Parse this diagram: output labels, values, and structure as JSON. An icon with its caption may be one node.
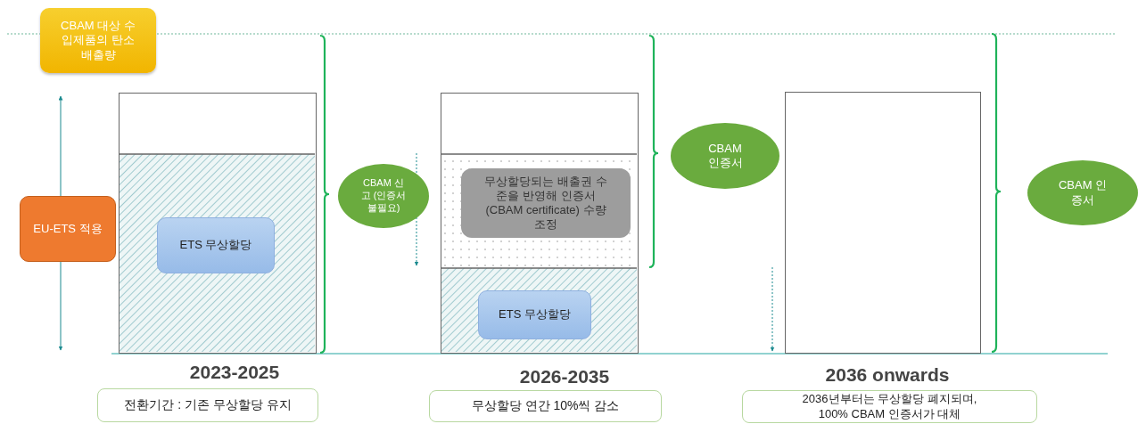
{
  "diagram": {
    "nodes": [
      {
        "text": [
          "CBAM 대상 수입제품의 탄소배출량"
        ]
      },
      {
        "text": [
          "EU-ETS 적용"
        ]
      },
      {
        "text": [],
        "shape": "bar"
      },
      {
        "text": [
          "ETS 무상할당"
        ],
        "in": 2
      },
      {
        "text": [
          "CBAM 신고 (인증서 불필요)"
        ]
      },
      {
        "text": [],
        "shape": "bar"
      },
      {
        "text": [
          "무상할당되는 배출권 수준을 반영해 인증서(CBAM certificate) 수량 조정"
        ],
        "in": 5
      },
      {
        "text": [
          "ETS 무상할당"
        ],
        "in": 5
      },
      {
        "text": [
          "CBAM 인증서"
        ]
      },
      {
        "text": [],
        "shape": "bar"
      },
      {
        "text": [
          "CBAM 인증서"
        ]
      },
      {
        "text": [
          "전환기간 : 기존 무상할당 유지"
        ]
      },
      {
        "text": [
          "무상할당 연간 10%씩 감소"
        ]
      },
      {
        "text": [
          "2036년부터는 무상할당 폐지되며, 100% CBAM 인증서가 대체"
        ]
      }
    ],
    "labels": [
      "2023-2025",
      "2026-2035",
      "2036 onwards"
    ]
  }
}
